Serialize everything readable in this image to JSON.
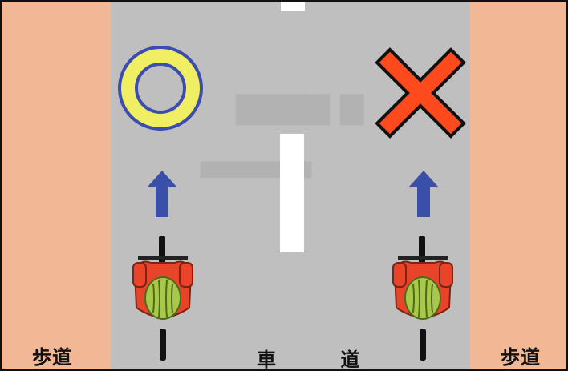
{
  "labels": {
    "sidewalk_left": "歩道",
    "sidewalk_right": "歩道",
    "roadway": "車 道"
  },
  "symbols": {
    "correct": {
      "name": "circle-ok-icon",
      "fill": "#f0ee63",
      "stroke": "#3b4db0"
    },
    "wrong": {
      "name": "cross-ng-icon",
      "fill": "#ff4a1e",
      "stroke": "#111111"
    }
  },
  "colors": {
    "sidewalk": "#f2b896",
    "road": "#bfbfbf",
    "lane_marking": "#ffffff",
    "arrow": "#3a4fa8",
    "cyclist_jacket": "#e8442a",
    "cyclist_helmet": "#a8c84a"
  }
}
